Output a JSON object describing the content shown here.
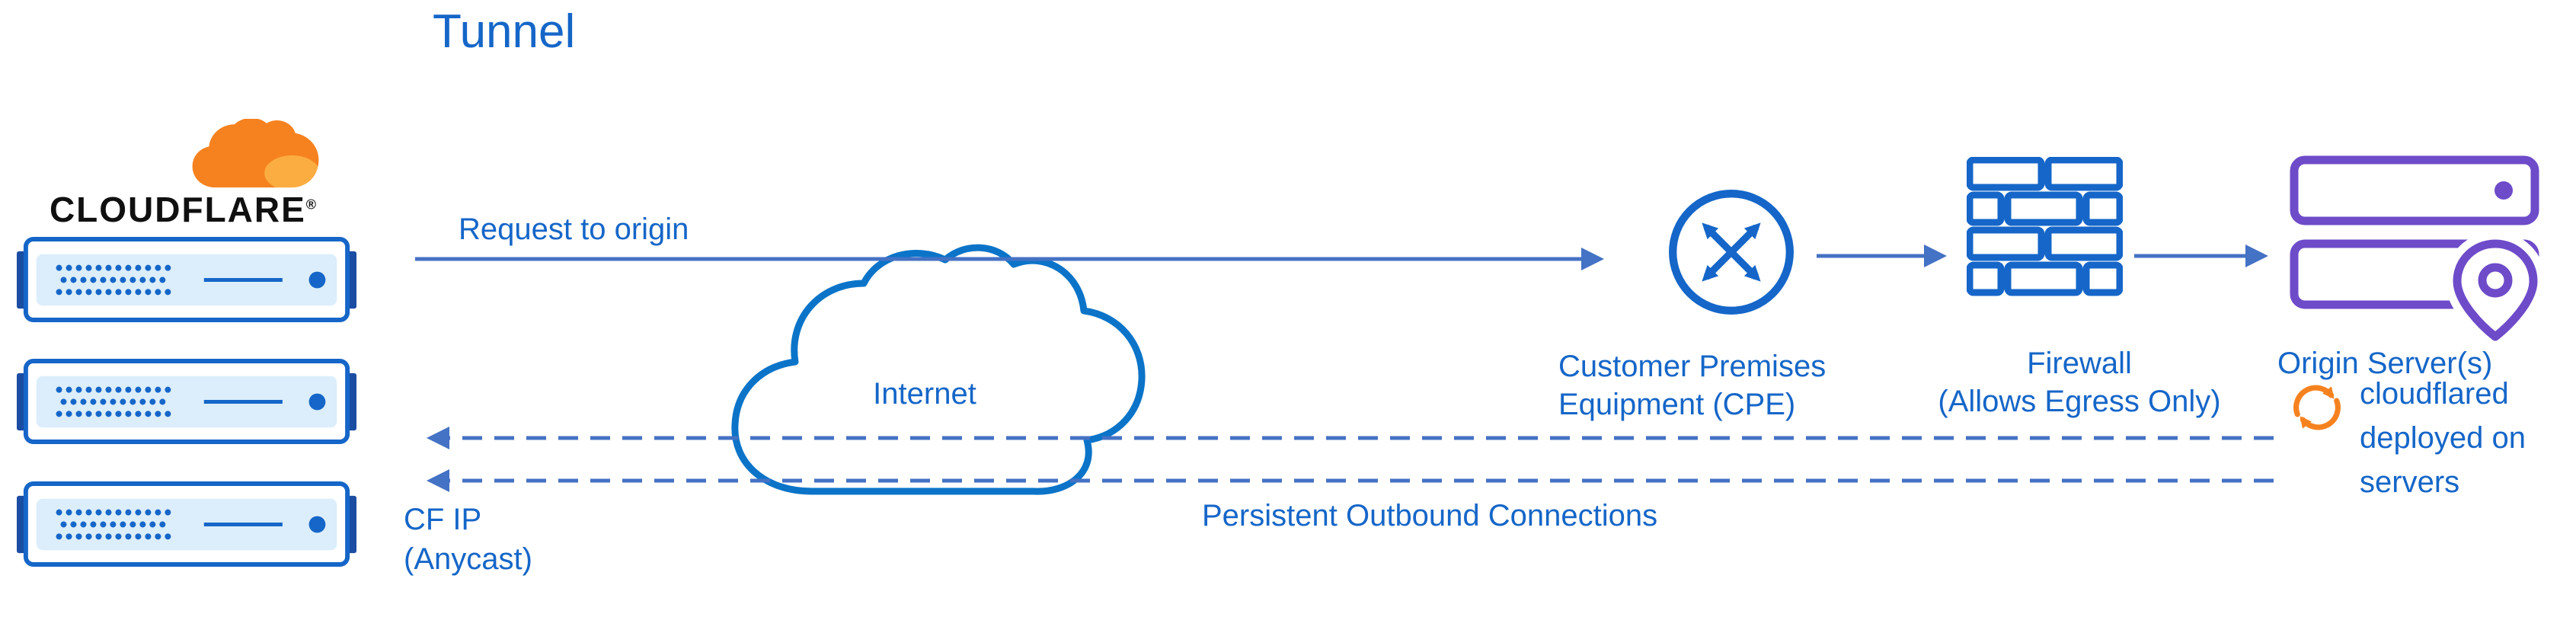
{
  "title": "Tunnel",
  "colors": {
    "blue": "#1566C8",
    "line": "#4472C4",
    "cloud": "#0B74C8",
    "server_fill": "#DCEEFB",
    "server_dark": "#1B4DA2",
    "purple": "#6E4BC9",
    "orange": "#F6821F",
    "orange_light": "#FBAD41",
    "brand": "#101010"
  },
  "cloudflare": {
    "brand": "CLOUDFLARE",
    "registered": "®",
    "edge_label": "CF IP\n(Anycast)"
  },
  "labels": {
    "request": "Request to origin",
    "internet": "Internet",
    "cpe": "Customer Premises\nEquipment (CPE)",
    "firewall": "Firewall\n(Allows Egress Only)",
    "origin": "Origin Server(s)",
    "cloudflared": "cloudflared\ndeployed on\nservers",
    "persistent": "Persistent Outbound Connections"
  },
  "icons": {
    "cloudflare_logo": "orange-cloud",
    "edge_server": "server-rack",
    "internet": "cloud-outline",
    "cpe": "router-circle-with-arrows",
    "firewall": "brick-wall",
    "origin": "server-stack-with-location-pin",
    "cloudflared": "sync-arrows"
  }
}
